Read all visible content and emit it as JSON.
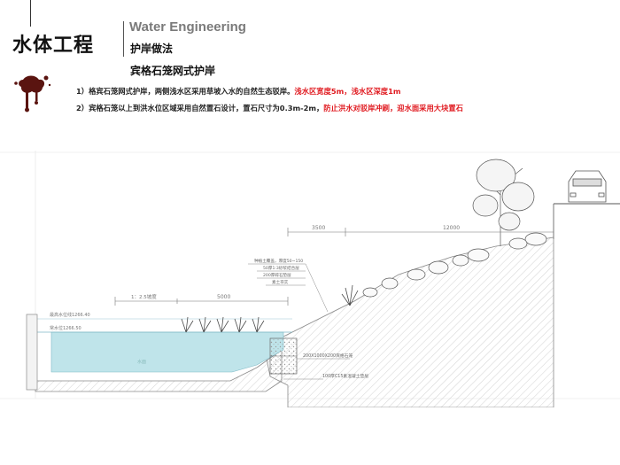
{
  "header": {
    "title_cn": "水体工程",
    "title_en": "Water Engineering",
    "subtitle": "护岸做法",
    "section_title": "宾格石笼网式护岸"
  },
  "notes": [
    {
      "prefix": "1）格宾石笼网式护岸，两侧浅水区采用草坡入水的自然生态驳岸。",
      "highlight_1": "浅水区宽度5m",
      "separator": "，",
      "highlight_2": "浅水区深度1m"
    },
    {
      "prefix": "2）宾格石笼以上到洪水位区域采用自然置石设计，置石尺寸为0.3m-2m，",
      "highlight_1": "防止洪水对驳岸冲刷，迎水面采用大块置石"
    }
  ],
  "diagram": {
    "dim_top_left": "3500",
    "dim_top_right": "12000",
    "dim_slope": "1：2.5坡度",
    "dim_shallow": "5000",
    "water_label_1": "最高水位线1266.40",
    "water_label_2": "常水位1266.50",
    "water_mark": "水面",
    "layers": [
      "种植土覆盖，厚度50~150",
      "50厚1:3砂浆结合层",
      "200厚碎石垫层",
      "素土夯实"
    ],
    "gabion_label": "200X1000X200宾格石笼",
    "base_label": "100厚C15素混凝土垫层"
  },
  "colors": {
    "accent_red": "#e0191f",
    "water": "#bfe4ea",
    "ink": "#8a8a8a"
  }
}
